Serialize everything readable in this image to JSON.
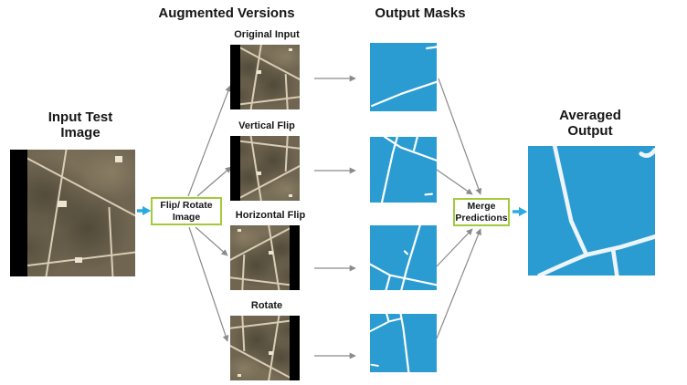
{
  "titles": {
    "input_line1": "Input Test",
    "input_line2": "Image",
    "augmented": "Augmented Versions",
    "masks": "Output Masks",
    "output_line1": "Averaged",
    "output_line2": "Output"
  },
  "process": {
    "flip_rotate_line1": "Flip/ Rotate",
    "flip_rotate_line2": "Image",
    "merge_line1": "Merge",
    "merge_line2": "Predictions"
  },
  "augmented_rows": [
    {
      "label": "Original Input"
    },
    {
      "label": "Vertical Flip"
    },
    {
      "label": "Horizontal Flip"
    },
    {
      "label": "Rotate"
    }
  ],
  "colors": {
    "mask_blue": "#2b9cd2",
    "road_white": "#edf5fa",
    "accent_cyan": "#29abe2",
    "box_green": "#a2ca3b",
    "arrow_gray": "#8a8a8a",
    "text_dark": "#161616"
  }
}
